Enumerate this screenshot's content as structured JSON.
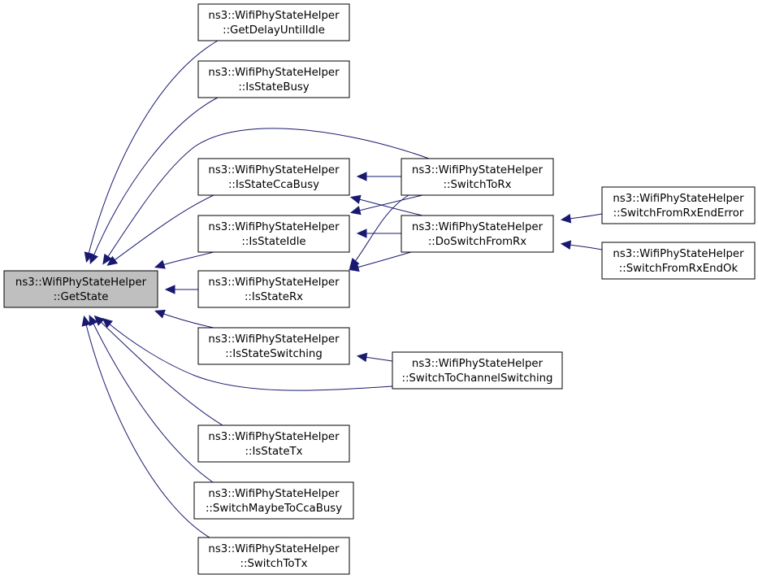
{
  "graph": {
    "nodes": [
      {
        "id": "getstate",
        "line1": "ns3::WifiPhyStateHelper",
        "line2": "::GetState",
        "focus": true
      },
      {
        "id": "getdelay",
        "line1": "ns3::WifiPhyStateHelper",
        "line2": "::GetDelayUntilIdle"
      },
      {
        "id": "isbusy",
        "line1": "ns3::WifiPhyStateHelper",
        "line2": "::IsStateBusy"
      },
      {
        "id": "isccabusy",
        "line1": "ns3::WifiPhyStateHelper",
        "line2": "::IsStateCcaBusy"
      },
      {
        "id": "isidle",
        "line1": "ns3::WifiPhyStateHelper",
        "line2": "::IsStateIdle"
      },
      {
        "id": "isrx",
        "line1": "ns3::WifiPhyStateHelper",
        "line2": "::IsStateRx"
      },
      {
        "id": "isswitching",
        "line1": "ns3::WifiPhyStateHelper",
        "line2": "::IsStateSwitching"
      },
      {
        "id": "istx",
        "line1": "ns3::WifiPhyStateHelper",
        "line2": "::IsStateTx"
      },
      {
        "id": "switchmaybe",
        "line1": "ns3::WifiPhyStateHelper",
        "line2": "::SwitchMaybeToCcaBusy"
      },
      {
        "id": "switchtotx",
        "line1": "ns3::WifiPhyStateHelper",
        "line2": "::SwitchToTx"
      },
      {
        "id": "switchtorx",
        "line1": "ns3::WifiPhyStateHelper",
        "line2": "::SwitchToRx"
      },
      {
        "id": "doswitch",
        "line1": "ns3::WifiPhyStateHelper",
        "line2": "::DoSwitchFromRx"
      },
      {
        "id": "switchchan",
        "line1": "ns3::WifiPhyStateHelper",
        "line2": "::SwitchToChannelSwitching"
      },
      {
        "id": "rxenderror",
        "line1": "ns3::WifiPhyStateHelper",
        "line2": "::SwitchFromRxEndError"
      },
      {
        "id": "rxendok",
        "line1": "ns3::WifiPhyStateHelper",
        "line2": "::SwitchFromRxEndOk"
      }
    ],
    "edges": [
      {
        "from": "getdelay",
        "to": "getstate"
      },
      {
        "from": "isbusy",
        "to": "getstate"
      },
      {
        "from": "isccabusy",
        "to": "getstate"
      },
      {
        "from": "isidle",
        "to": "getstate"
      },
      {
        "from": "isrx",
        "to": "getstate"
      },
      {
        "from": "isswitching",
        "to": "getstate"
      },
      {
        "from": "istx",
        "to": "getstate"
      },
      {
        "from": "switchmaybe",
        "to": "getstate"
      },
      {
        "from": "switchtotx",
        "to": "getstate"
      },
      {
        "from": "switchtorx",
        "to": "getstate"
      },
      {
        "from": "switchchan",
        "to": "getstate"
      },
      {
        "from": "switchtorx",
        "to": "isccabusy"
      },
      {
        "from": "doswitch",
        "to": "isccabusy"
      },
      {
        "from": "switchtorx",
        "to": "isidle"
      },
      {
        "from": "doswitch",
        "to": "isidle"
      },
      {
        "from": "switchtorx",
        "to": "isrx"
      },
      {
        "from": "doswitch",
        "to": "isrx"
      },
      {
        "from": "switchchan",
        "to": "isswitching"
      },
      {
        "from": "rxenderror",
        "to": "doswitch"
      },
      {
        "from": "rxendok",
        "to": "doswitch"
      }
    ],
    "colors": {
      "edge": "#191970",
      "focus_fill": "#bfbfbf",
      "border": "#000000"
    }
  }
}
